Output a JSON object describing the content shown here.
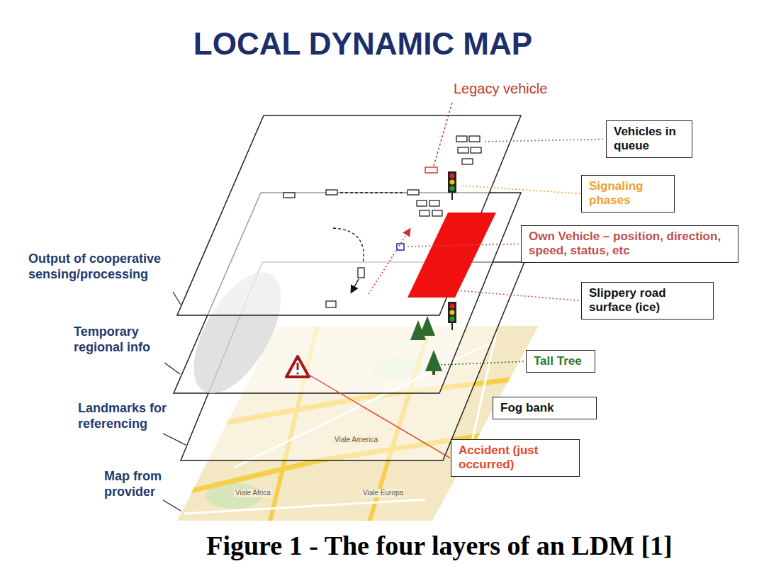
{
  "diagram": {
    "title": "LOCAL DYNAMIC MAP",
    "caption": "Figure 1 - The four layers of an LDM [1]",
    "nodes": [
      {
        "text": [
          "Vehicles in queue"
        ]
      },
      {
        "text": [
          "Signaling phases"
        ]
      },
      {
        "text": [
          "Own Vehicle – position, direction, speed, status, etc"
        ]
      },
      {
        "text": [
          "Slippery road surface (ice)"
        ]
      },
      {
        "text": [
          "Tall Tree"
        ]
      },
      {
        "text": [
          "Fog bank"
        ]
      },
      {
        "text": [
          "Accident (just occurred)"
        ]
      }
    ],
    "labels": [
      "Legacy vehicle",
      "Output of cooperative sensing/processing",
      "Temporary regional info",
      "Landmarks for referencing",
      "Map from provider",
      "Viale America",
      "Viale Europa",
      "Viale Africa"
    ]
  }
}
